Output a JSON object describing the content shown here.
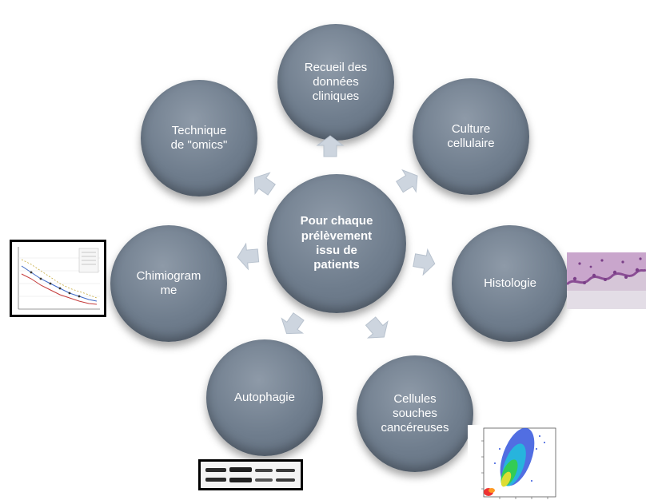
{
  "center": {
    "label": "Pour chaque\nprélèvement\nissu de\npatients"
  },
  "satellites": {
    "recueil": "Recueil des\ndonnées\ncliniques",
    "culture": "Culture\ncellulaire",
    "histologie": "Histologie",
    "cellules": "Cellules\nsouches\ncancéreuses",
    "autophagie": "Autophagie",
    "chimiogramme": "Chimiogram\nme",
    "omics": "Technique\nde \"omics\""
  },
  "icons": {
    "arrow": "block-arrow",
    "chimiogram_thumb": "chart-thumbnail",
    "histology_thumb": "histology-image",
    "flow_thumb": "flow-cytometry-plot",
    "western_thumb": "western-blot-image"
  },
  "colors": {
    "node": "#6f7d8d",
    "arrow": "#cdd5df",
    "text": "#ffffff"
  }
}
